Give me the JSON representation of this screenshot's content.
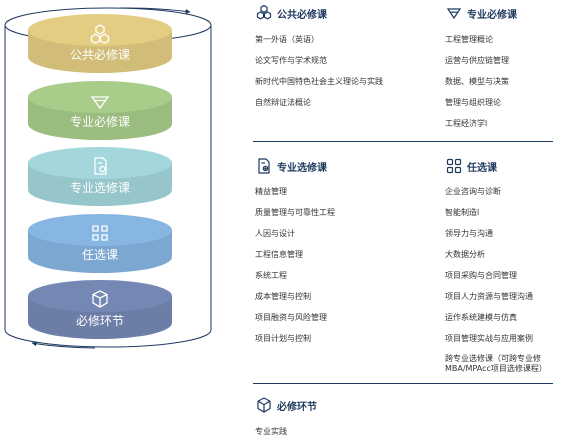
{
  "colors": {
    "accent": "#1f3a5f",
    "layer_public": "#e3cd82",
    "layer_major_required": "#a8cc8a",
    "layer_major_elective": "#a3d7dc",
    "layer_elective": "#87b6e3",
    "layer_required_link": "#7588b4"
  },
  "layers": [
    {
      "label": "公共必修课",
      "icon": "hexagon-flower-icon"
    },
    {
      "label": "专业必修课",
      "icon": "diamond-icon"
    },
    {
      "label": "专业选修课",
      "icon": "document-gear-icon"
    },
    {
      "label": "任选课",
      "icon": "grid-icon"
    },
    {
      "label": "必修环节",
      "icon": "cube-icon"
    }
  ],
  "sections": {
    "public_required": {
      "title": "公共必修课",
      "icon": "hexagon-flower-icon",
      "items": [
        "第一外语（英语）",
        "论文写作与学术规范",
        "新时代中国特色社会主义理论与实践",
        "自然辩证法概论"
      ]
    },
    "major_required": {
      "title": "专业必修课",
      "icon": "diamond-icon",
      "items": [
        "工程管理概论",
        "运营与供应链管理",
        "数据、模型与决策",
        "管理与组织理论",
        "工程经济学l"
      ]
    },
    "major_elective": {
      "title": "专业选修课",
      "icon": "document-gear-icon",
      "items": [
        "精益管理",
        "质量管理与可靠性工程",
        "人因与设计",
        "工程信息管理",
        "系统工程",
        "成本管理与控制",
        "项目融资与风险管理",
        "项目计划与控制"
      ]
    },
    "elective": {
      "title": "任选课",
      "icon": "grid-icon",
      "items": [
        "企业咨询与诊断",
        "智能制造l",
        "领导力与沟通",
        "大数据分析",
        "项目采购与合同管理",
        "项目人力资源与管理沟通",
        "运作系统建模与仿真",
        "项目管理实战与应用案例",
        "跨专业选修课（可跨专业修MBA/MPAcc项目选修课程）"
      ]
    },
    "required_link": {
      "title": "必修环节",
      "icon": "cube-icon",
      "items": [
        "专业实践"
      ]
    }
  }
}
